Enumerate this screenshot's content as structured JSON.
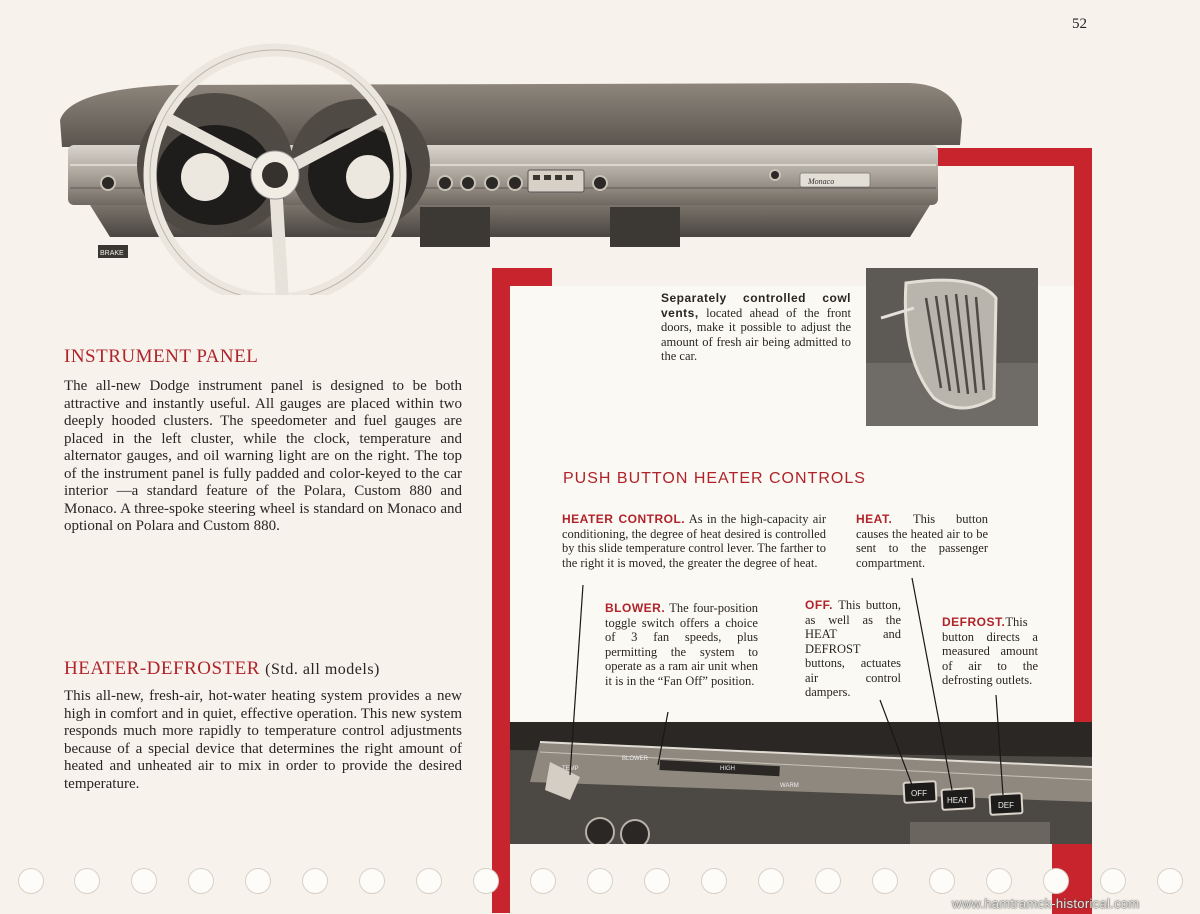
{
  "page_number": "52",
  "instrument_panel": {
    "title": "INSTRUMENT PANEL",
    "body": "The all-new Dodge instrument panel is designed to be both attractive and instantly useful. All gauges are placed within two deeply hooded clusters. The speedometer and fuel gauges are placed in the left cluster, while the clock, temperature and alternator gauges, and oil warning light are on the right. The top of the instrument panel is fully padded and color-keyed to the car interior —a standard feature of the Polara, Custom 880 and Monaco. A three-spoke steering wheel is standard on Monaco and optional on Polara and Custom 880."
  },
  "heater_defroster": {
    "title": "HEATER-DEFROSTER",
    "subtitle": "(Std. all models)",
    "body": "This all-new, fresh-air, hot-water heating system provides a new high in comfort and in quiet, effective operation. This new system responds much more rapidly to temperature control adjustments because of a special device that determines the right amount of heated and unheated air to mix in order to provide the desired temperature."
  },
  "cowl_vents": {
    "lead": "Separately controlled cowl vents,",
    "body": " located ahead of the front doors, make it possible to adjust the amount of fresh air being admitted to the car."
  },
  "push_button": {
    "title": "PUSH BUTTON HEATER CONTROLS",
    "heater_control_lead": "HEATER CONTROL.",
    "heater_control_body": " As in the high-capacity air conditioning, the degree of heat desired is controlled by this slide temperature control lever. The farther to the right it is moved, the greater the degree of heat.",
    "heat_lead": "HEAT.",
    "heat_body": " This button causes the heated air to be sent to the passenger compartment.",
    "blower_lead": "BLOWER.",
    "blower_body": " The four-position toggle switch offers a choice of 3 fan speeds, plus permitting the system to operate as a ram air unit when it is in the “Fan Off” position.",
    "off_lead": "OFF.",
    "off_body": " This button, as well as the HEAT and DEFROST buttons, actuates air control dampers.",
    "defrost_lead": "DEFROST.",
    "defrost_body": "This button directs a measured amount of air to the defrosting outlets."
  },
  "photo_labels": {
    "temp": "TEMP",
    "blower": "BLOWER",
    "high": "HIGH",
    "warm": "WARM",
    "off": "OFF",
    "heat": "HEAT",
    "def": "DEF",
    "brake": "BRAKE",
    "monaco": "Monaco"
  },
  "watermark": "www.hamtramck-historical.com"
}
